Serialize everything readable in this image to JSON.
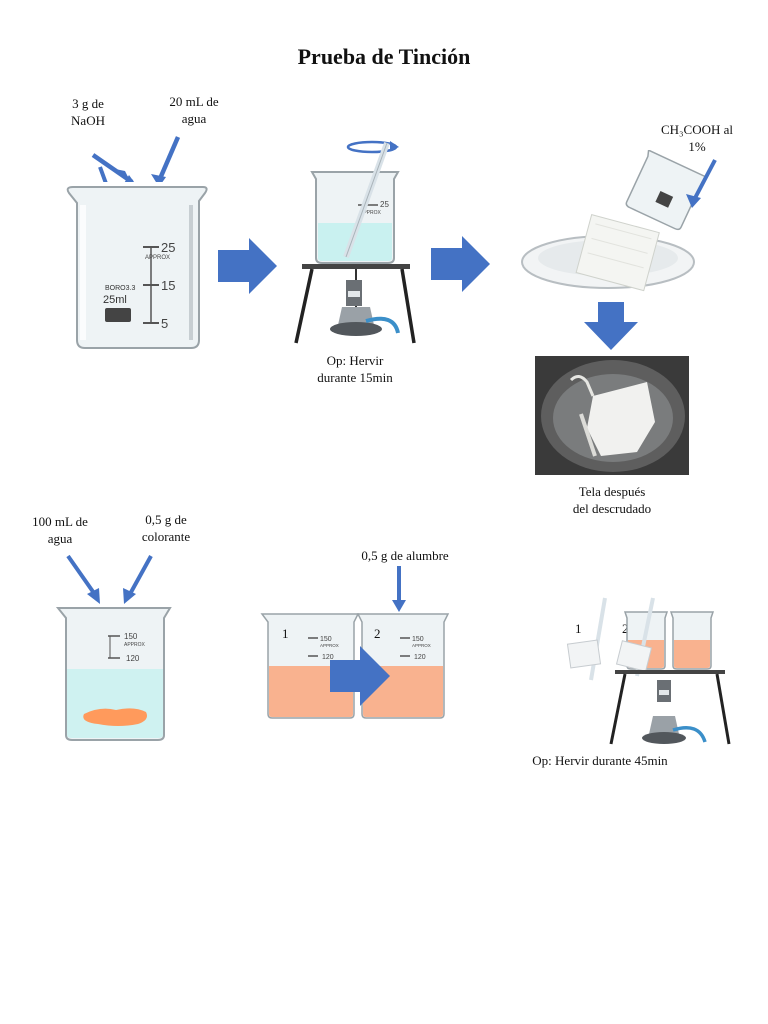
{
  "title": "Prueba de Tinción",
  "step1": {
    "reagent_a": "3 g de\nNaOH",
    "reagent_b": "20 mL de\nagua",
    "beaker_top": "25",
    "beaker_mid": "15",
    "beaker_low": "5",
    "beaker_approx": "APPROX",
    "beaker_brand": "BORO3.3",
    "beaker_volume": "25ml"
  },
  "step2": {
    "caption": "Op: Hervir\ndurante 15min",
    "beaker_top": "25",
    "beaker_approx": "APPROX"
  },
  "step3": {
    "reagent": "CH₃COOH al\n1%"
  },
  "step4": {
    "caption": "Tela después\ndel descrudado"
  },
  "step5": {
    "reagent_a": "100 mL de\nagua",
    "reagent_b": "0,5 g de\ncolorante",
    "beaker_top": "150",
    "beaker_approx": "APPROX",
    "beaker_low": "120"
  },
  "step6": {
    "reagent": "0,5 g de alumbre",
    "beaker1_number": "1",
    "beaker2_number": "2",
    "beaker_top": "150",
    "beaker_approx": "APPROX",
    "beaker_low": "120"
  },
  "step7": {
    "caption": "Op: Hervir durante 45min",
    "number1": "1",
    "number2": "2"
  },
  "colors": {
    "arrow": "#4472C4",
    "liquid_light": "#c9f1f0",
    "dye": "#f9b28f",
    "cloth": "#ff9a5c"
  }
}
